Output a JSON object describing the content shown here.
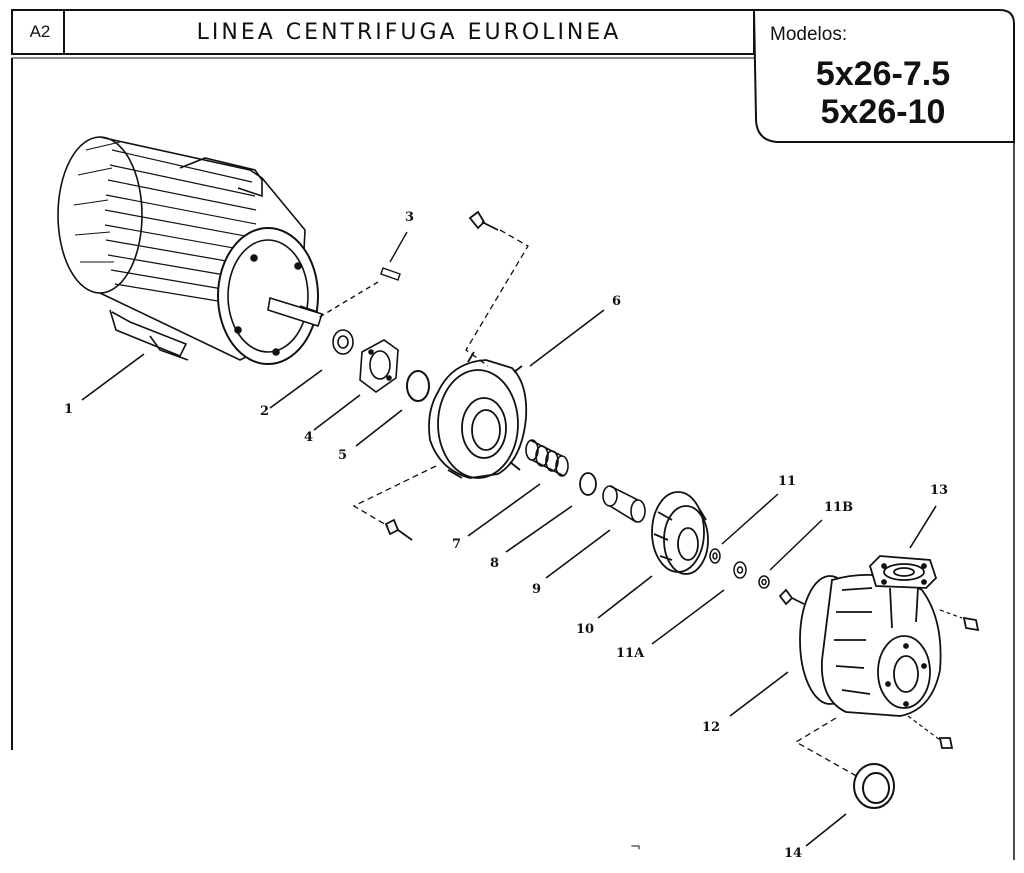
{
  "header": {
    "section_code": "A2",
    "title": "LINEA CENTRIFUGA EUROLINEA",
    "models_label": "Modelos:",
    "models": [
      "5x26-7.5",
      "5x26-10"
    ]
  },
  "diagram": {
    "callouts": [
      "1",
      "2",
      "3",
      "4",
      "5",
      "6",
      "7",
      "8",
      "9",
      "10",
      "11",
      "11A",
      "11B",
      "12",
      "13",
      "14"
    ]
  },
  "footer": {
    "mark": "¬"
  }
}
